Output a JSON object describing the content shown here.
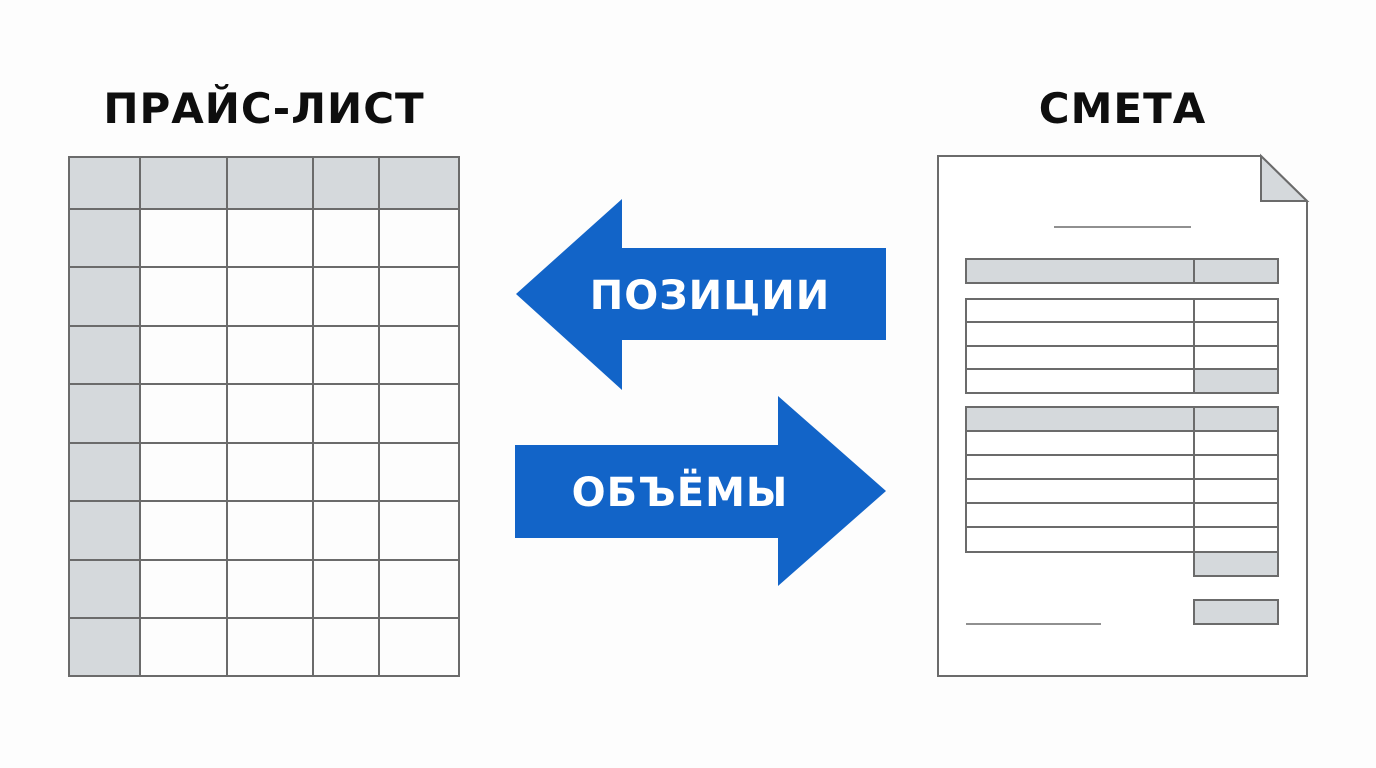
{
  "left_panel": {
    "title": "ПРАЙС-ЛИСТ",
    "columns": 5,
    "rows": 9
  },
  "right_panel": {
    "title": "СМЕТА"
  },
  "arrows": {
    "to_left": {
      "label": "ПОЗИЦИИ",
      "direction": "left"
    },
    "to_right": {
      "label": "ОБЪЁМЫ",
      "direction": "right"
    }
  },
  "colors": {
    "accent": "#1264c8",
    "header_fill": "#d5d9dc",
    "line": "#6b6b6b",
    "text": "#0e0e0e"
  }
}
